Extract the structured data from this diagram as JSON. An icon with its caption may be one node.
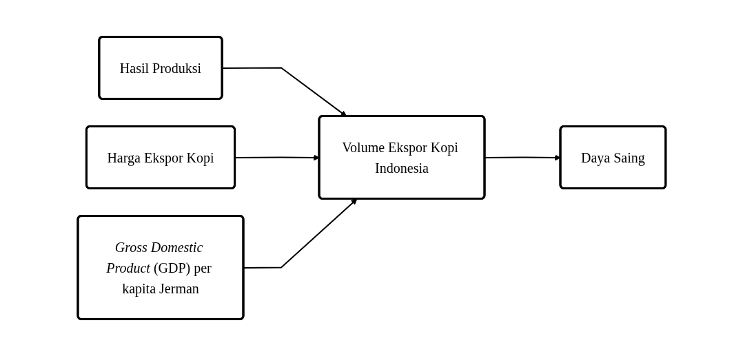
{
  "diagram": {
    "nodes": [
      {
        "text": [
          "Hasil Produksi"
        ]
      },
      {
        "text": [
          "Harga Ekspor Kopi"
        ]
      },
      {
        "text": [
          "*Gross Domestic Product* (GDP) per kapita Jerman"
        ]
      },
      {
        "text": [
          "Volume Ekspor Kopi Indonesia"
        ]
      },
      {
        "text": [
          "Daya Saing"
        ]
      }
    ],
    "edges": [
      {
        "from": 0,
        "to": 3,
        "arrow": "to"
      },
      {
        "from": 1,
        "to": 3,
        "arrow": "to"
      },
      {
        "from": 2,
        "to": 3,
        "arrow": "to"
      },
      {
        "from": 3,
        "to": 4,
        "arrow": "to"
      }
    ]
  }
}
